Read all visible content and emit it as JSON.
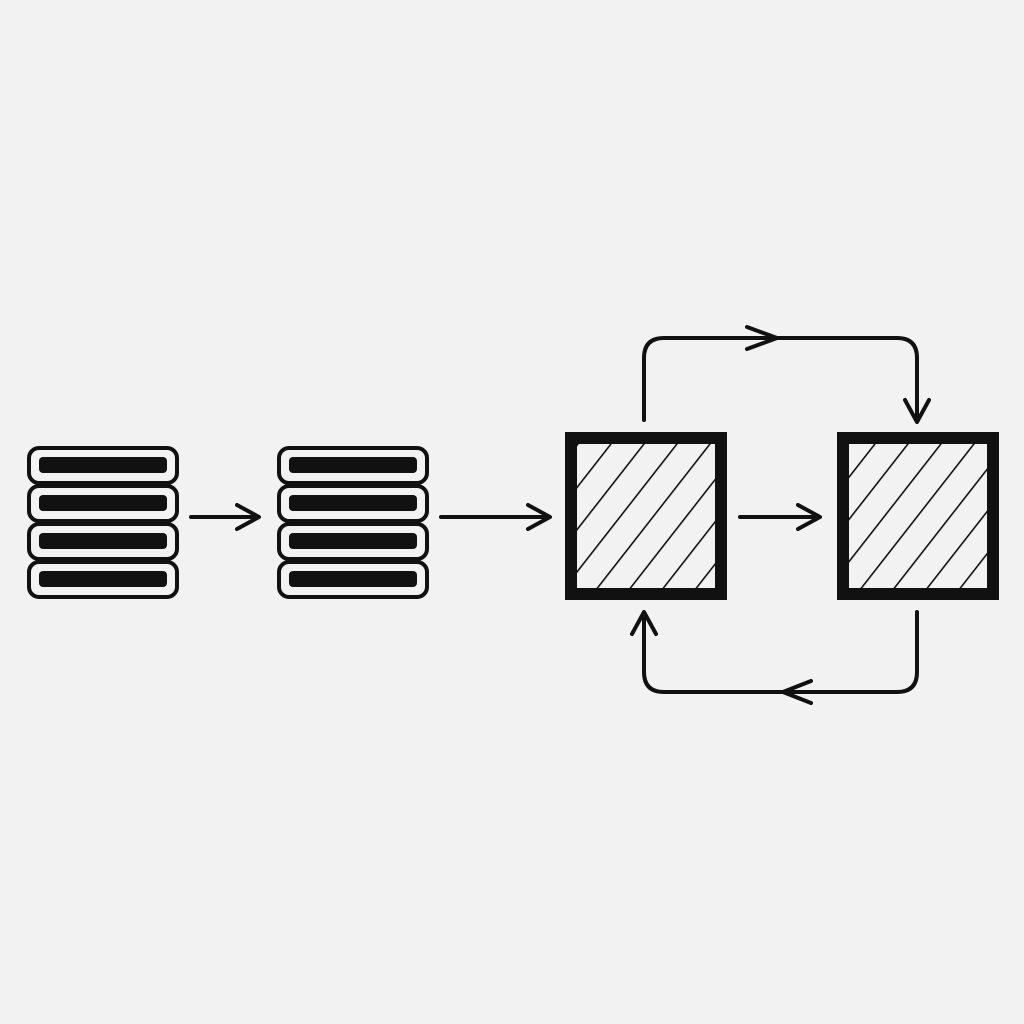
{
  "diagram": {
    "background": "#f2f2f2",
    "ink_color": "#111111",
    "nodes": [
      {
        "id": "stack-1",
        "icon": "layered-stack-icon",
        "layers": 4
      },
      {
        "id": "stack-2",
        "icon": "layered-stack-icon",
        "layers": 4
      },
      {
        "id": "block-1",
        "icon": "hatched-square-icon"
      },
      {
        "id": "block-2",
        "icon": "hatched-square-icon"
      }
    ],
    "edges": [
      {
        "from": "stack-1",
        "to": "stack-2",
        "icon": "arrow-right-icon"
      },
      {
        "from": "stack-2",
        "to": "block-1",
        "icon": "arrow-right-icon"
      },
      {
        "from": "block-1",
        "to": "block-2",
        "icon": "arrow-right-icon"
      },
      {
        "from": "block-1",
        "to": "block-2",
        "route": "over-top",
        "icon": "loop-arrow-icon"
      },
      {
        "from": "block-2",
        "to": "block-1",
        "route": "under-bottom",
        "icon": "loop-arrow-icon"
      }
    ]
  }
}
